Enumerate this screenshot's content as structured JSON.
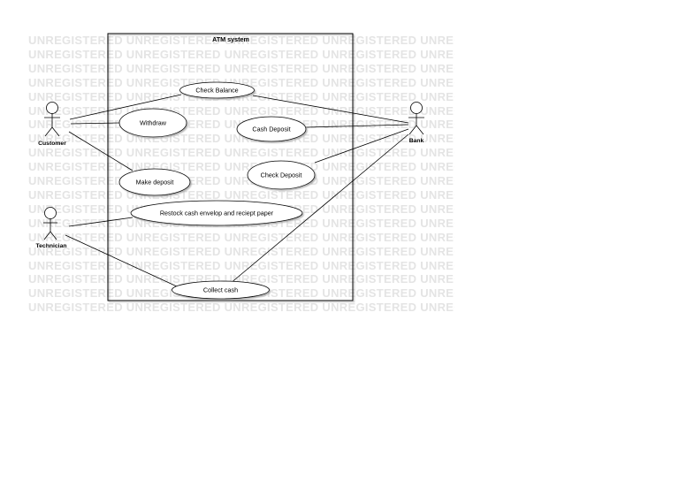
{
  "watermark": "UNREGISTERED UNREGISTERED UNREGISTERED UNREGISTERED UNREGISTERED",
  "system": {
    "title": "ATM system"
  },
  "actors": {
    "customer": "Customer",
    "technician": "Technician",
    "bank": "Bank"
  },
  "use_cases": {
    "check_balance": "Check Balance",
    "withdraw": "Withdraw",
    "cash_deposit": "Cash Deposit",
    "make_deposit": "Make deposit",
    "check_deposit": "Check Deposit",
    "restock": "Restock cash envelop and reciept paper",
    "collect_cash": "Collect cash"
  }
}
